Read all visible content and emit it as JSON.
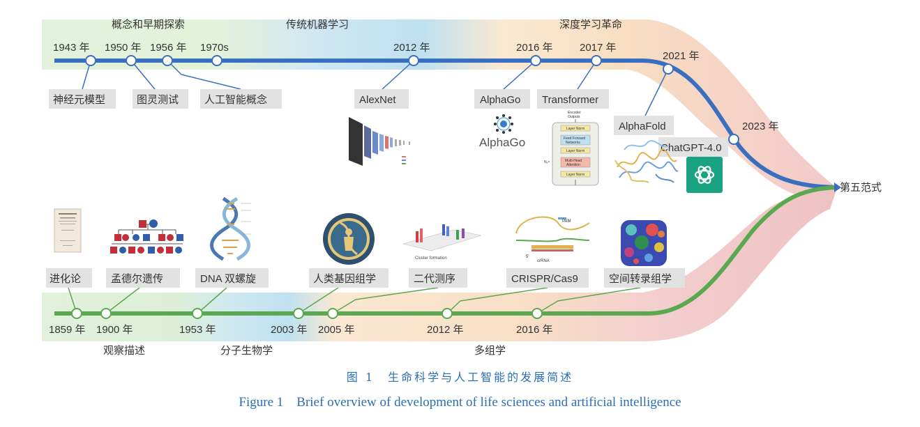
{
  "colors": {
    "ai_line": "#3a6fc0",
    "life_line": "#5aa84f",
    "label_bg": "#e2e2e2",
    "caption": "#2a6fb6"
  },
  "ai_timeline": {
    "eras": [
      "概念和早期探索",
      "传统机器学习",
      "深度学习革命"
    ],
    "years": [
      "1943 年",
      "1950 年",
      "1956 年",
      "1970s",
      "2012 年",
      "2016 年",
      "2017 年",
      "2021 年",
      "2023 年"
    ],
    "events": [
      "神经元模型",
      "图灵测试",
      "人工智能概念",
      "AlexNet",
      "AlphaGo",
      "Transformer",
      "AlphaFold",
      "ChatGPT-4.0"
    ],
    "logo_text": "AlphaGo"
  },
  "life_timeline": {
    "eras": [
      "观察描述",
      "分子生物学",
      "多组学"
    ],
    "years": [
      "1859 年",
      "1900 年",
      "1953 年",
      "2003 年",
      "2005 年",
      "2012 年",
      "2016 年"
    ],
    "events": [
      "进化论",
      "孟德尔遗传",
      "DNA 双螺旋",
      "人类基因组学",
      "二代测序",
      "CRISPR/Cas9",
      "空间转录组学"
    ]
  },
  "convergence_label": "第五范式",
  "transformer_labels": {
    "outputs": "Encoder\nOutputs",
    "layer_norm": "Layer Norm",
    "ffn": "Feed Forward\nNetworks",
    "mha": "Multi-Head\nAttention",
    "nx": "Nₓ×"
  },
  "ngs_label": "Cluster formation",
  "crispr_labels": {
    "pam": "PAM",
    "five": "5'",
    "crrna": "crRNA"
  },
  "caption": {
    "zh": "图 1　生命科学与人工智能的发展简述",
    "en": "Figure 1　Brief overview of development of life sciences and artificial intelligence"
  }
}
